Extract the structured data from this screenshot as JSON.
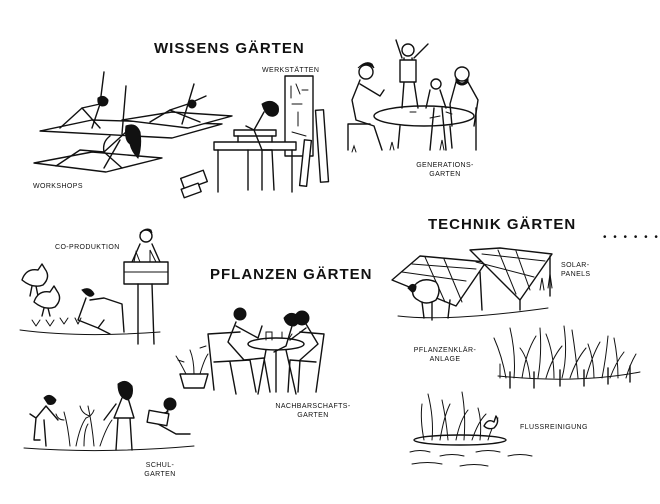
{
  "headings": {
    "wissen": "WISSENS GÄRTEN",
    "pflanzen": "PFLANZEN GÄRTEN",
    "technik": "TECHNIK GÄRTEN"
  },
  "labels": {
    "werkstaetten": "WERKSTÄTTEN",
    "workshops": "WORKSHOPS",
    "generationen_1": "GENERATIONS-",
    "generationen_2": "GARTEN",
    "co_produktion": "CO-PRODUKTION",
    "nachbarschaft_1": "NACHBARSCHAFTS-",
    "nachbarschaft_2": "GARTEN",
    "schul_1": "SCHUL-",
    "schul_2": "GARTEN",
    "solar_1": "SOLAR-",
    "solar_2": "PANELS",
    "klaer_1": "PFLANZENKLÄR-",
    "klaer_2": "ANLAGE",
    "fluss": "FLUSSREINIGUNG"
  },
  "decor": {
    "dots": "• • • • • •"
  }
}
